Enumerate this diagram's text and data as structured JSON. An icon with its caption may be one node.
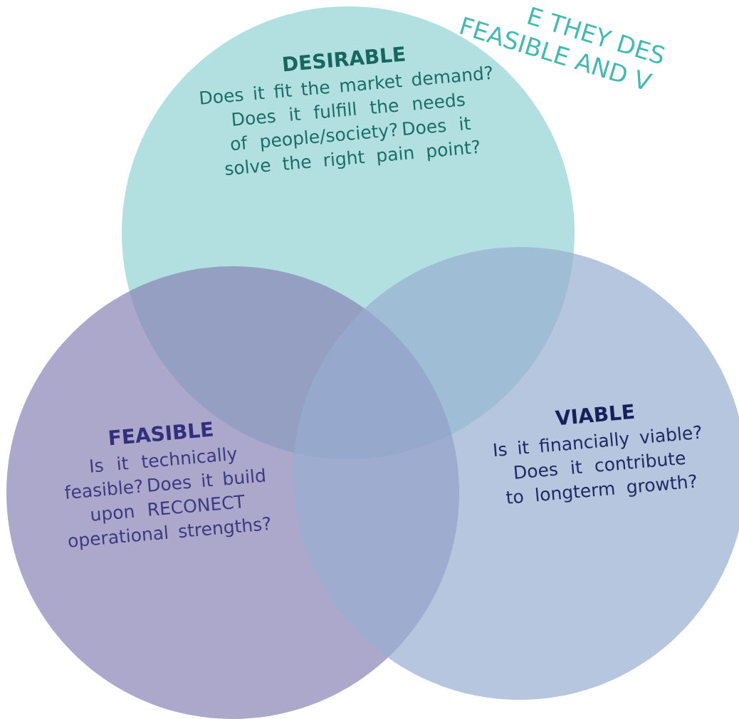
{
  "diagram": {
    "nodes": [
      {
        "text": [
          "DESIRABLE",
          "Does it fit the market demand? Does it fulfill the needs of people/society? Does it solve the right pain point?"
        ]
      },
      {
        "text": [
          "FEASIBLE",
          "Is it technically feasible? Does it build upon RECONECT operational strengths?"
        ]
      },
      {
        "text": [
          "VIABLE",
          "Is it financially viable? Does it contribute to longterm growth?"
        ]
      }
    ],
    "labels": [
      "E THEY DES",
      "FEASIBLE AND V"
    ]
  }
}
